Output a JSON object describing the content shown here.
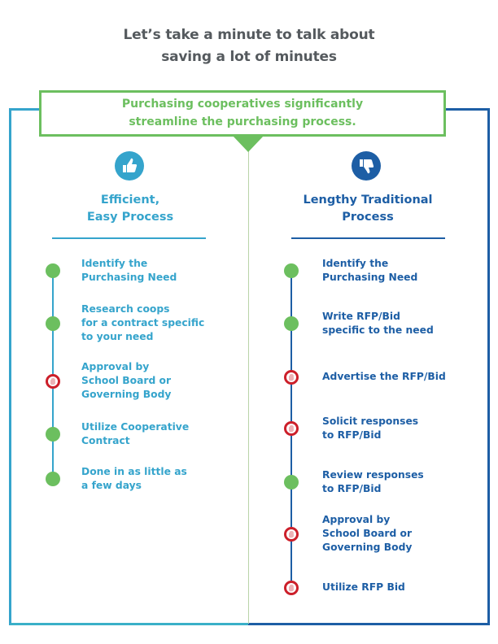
{
  "title": {
    "line1": "Let’s take a minute to talk about",
    "line2": "saving a lot of minutes"
  },
  "callout": {
    "line1": "Purchasing cooperatives significantly",
    "line2": "streamline the purchasing process."
  },
  "colors": {
    "green": "#6cbf5f",
    "light_blue": "#35a4cc",
    "dark_blue": "#1d5ea5",
    "red": "#cc1f2a",
    "title_gray": "#555a5e"
  },
  "columns": [
    {
      "icon": "thumbs-up-icon",
      "heading_line1": "Efficient,",
      "heading_line2": "Easy Process",
      "steps": [
        {
          "status": "go",
          "lines": [
            "Identify the",
            "Purchasing Need"
          ]
        },
        {
          "status": "go",
          "lines": [
            "Research coops",
            "for a contract specific",
            "to your need"
          ]
        },
        {
          "status": "stop",
          "lines": [
            "Approval by",
            "School Board or",
            "Governing Body"
          ]
        },
        {
          "status": "go",
          "lines": [
            "Utilize Cooperative",
            "Contract"
          ]
        },
        {
          "status": "go",
          "lines": [
            "Done in as little as",
            "a few days"
          ]
        }
      ]
    },
    {
      "icon": "thumbs-down-icon",
      "heading_line1": "Lengthy Traditional",
      "heading_line2": "Process",
      "steps": [
        {
          "status": "go",
          "lines": [
            "Identify the",
            "Purchasing Need"
          ]
        },
        {
          "status": "go",
          "lines": [
            "Write RFP/Bid",
            "specific to the need"
          ]
        },
        {
          "status": "stop",
          "lines": [
            "Advertise the RFP/Bid"
          ]
        },
        {
          "status": "stop",
          "lines": [
            "Solicit responses",
            "to RFP/Bid"
          ]
        },
        {
          "status": "go",
          "lines": [
            "Review responses",
            "to RFP/Bid"
          ]
        },
        {
          "status": "stop",
          "lines": [
            "Approval by",
            "School Board or",
            "Governing Body"
          ]
        },
        {
          "status": "stop",
          "lines": [
            "Utilize RFP Bid"
          ]
        }
      ]
    }
  ]
}
